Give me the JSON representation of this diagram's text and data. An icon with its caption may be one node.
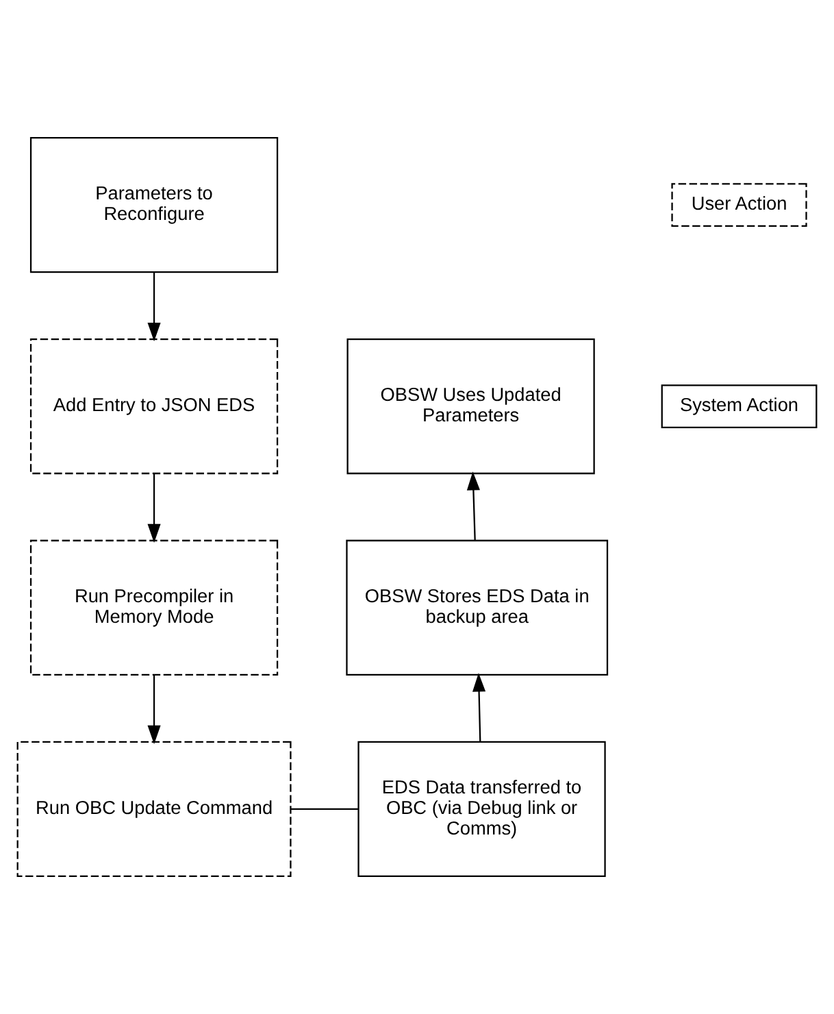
{
  "diagram": {
    "nodes": [
      {
        "text": [
          "Parameters to Reconfigure"
        ]
      },
      {
        "text": [
          "Add Entry to JSON EDS"
        ]
      },
      {
        "text": [
          "Run Precompiler in Memory Mode"
        ]
      },
      {
        "text": [
          "Run OBC Update Command"
        ]
      },
      {
        "text": [
          "EDS Data transferred to OBC (via Debug link or Comms)"
        ]
      },
      {
        "text": [
          "OBSW Stores EDS Data in backup area"
        ]
      },
      {
        "text": [
          "OBSW Uses Updated Parameters"
        ]
      }
    ],
    "edges": [
      {
        "from": 0,
        "to": 1,
        "arrow": "to"
      },
      {
        "from": 1,
        "to": 2,
        "arrow": "to"
      },
      {
        "from": 2,
        "to": 3,
        "arrow": "to"
      },
      {
        "from": 3,
        "to": 4,
        "arrow": "none"
      },
      {
        "from": 4,
        "to": 5,
        "arrow": "to"
      },
      {
        "from": 5,
        "to": 6,
        "arrow": "to"
      }
    ],
    "legend": [
      {
        "text": "User Action"
      },
      {
        "text": "System Action"
      }
    ]
  }
}
